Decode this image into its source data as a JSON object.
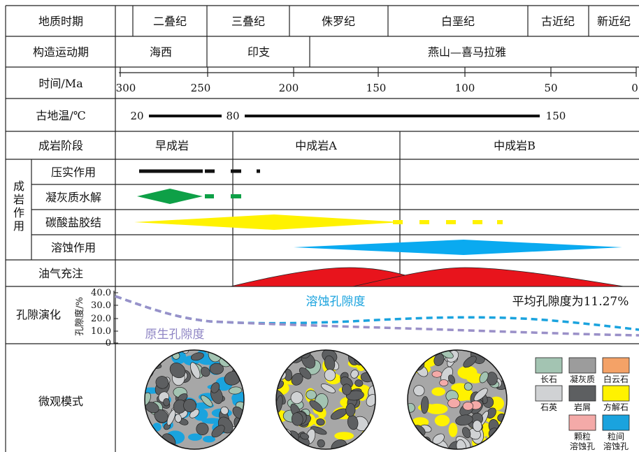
{
  "labels": {
    "period_header": "地质时期",
    "tectonic_header": "构造运动期",
    "time_header": "时间/Ma",
    "paleotemp_header": "古地温/℃",
    "stage_header": "成岩阶段",
    "diagenesis_group": [
      "成",
      "岩",
      "作",
      "用"
    ],
    "compaction": "压实作用",
    "tuff_hydrolysis": "凝灰质水解",
    "carbonate_cement": "碳酸盐胶结",
    "dissolution": "溶蚀作用",
    "hydrocarbon": "油气充注",
    "porosity_evolution": "孔隙演化",
    "porosity_axis": "孔隙度/%",
    "micro_model": "微观模式"
  },
  "periods": [
    "二叠纪",
    "三叠纪",
    "侏罗纪",
    "白垩纪",
    "古近纪",
    "新近纪"
  ],
  "tectonics": [
    "海西",
    "印支",
    "燕山—喜马拉雅"
  ],
  "time_ticks": [
    "300",
    "250",
    "200",
    "150",
    "100",
    "50",
    "0"
  ],
  "paleotemp": [
    "20",
    "80",
    "150"
  ],
  "stages": [
    "早成岩",
    "中成岩A",
    "中成岩B"
  ],
  "porosity": {
    "ticks": [
      "40.0",
      "30.0",
      "20.0",
      "10.0",
      "0"
    ],
    "dissolution_label": "溶蚀孔隙度",
    "primary_label": "原生孔隙度",
    "average_note": "平均孔隙度为11.27%",
    "colors": {
      "dissolution": "#1aa3de",
      "primary": "#9a90c8"
    }
  },
  "legend": [
    {
      "label": "长石",
      "color": "#a3c4b2"
    },
    {
      "label": "凝灰质",
      "color": "#9c9c9c"
    },
    {
      "label": "白云石",
      "color": "#f4a267"
    },
    {
      "label": "石英",
      "color": "#d0d2d4"
    },
    {
      "label": "岩屑",
      "color": "#5d5f61"
    },
    {
      "label": "方解石",
      "color": "#fff200"
    },
    {
      "label": "颗粒\n溶蚀孔",
      "color": "#f4aaa8"
    },
    {
      "label": "粒间\n溶蚀孔",
      "color": "#1aa3de"
    }
  ],
  "colors": {
    "tuff_hydrolysis": "#0ea047",
    "carbonate": "#fff200",
    "dissolution": "#0aaaf0",
    "hydrocarbon": "#e8141c"
  }
}
